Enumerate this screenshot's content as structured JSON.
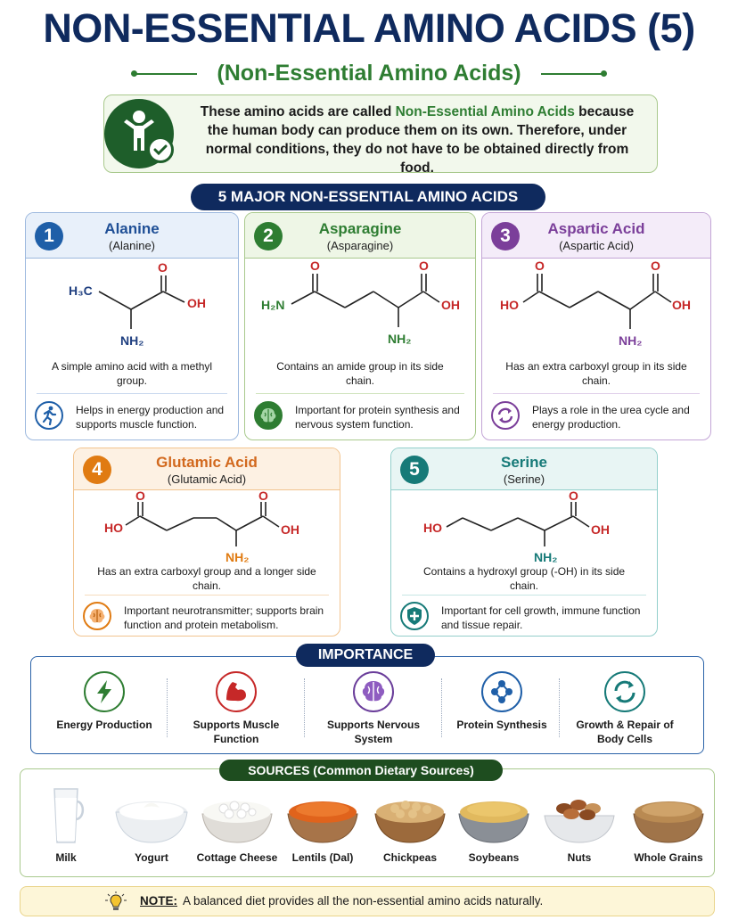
{
  "title": "NON-ESSENTIAL AMINO ACIDS (5)",
  "subtitle": "(Non-Essential Amino Acids)",
  "intro": {
    "before": "These amino acids are called ",
    "highlight": "Non-Essential Amino Acids",
    "after": " because the human body can produce them on its own. Therefore, under normal conditions, they do not have to be obtained directly from food."
  },
  "major_heading": "5 MAJOR NON-ESSENTIAL AMINO ACIDS",
  "acids": [
    {
      "num": "1",
      "name": "Alanine",
      "sub": "(Alanine)",
      "desc": "A simple amino acid with a methyl group.",
      "fn": "Helps in energy production and supports muscle function.",
      "icon": "running-person-icon",
      "color": "#1f5fa8"
    },
    {
      "num": "2",
      "name": "Asparagine",
      "sub": "(Asparagine)",
      "desc": "Contains an amide group in its side chain.",
      "fn": "Important for protein synthesis and nervous system function.",
      "icon": "brain-icon",
      "color": "#2e7d32"
    },
    {
      "num": "3",
      "name": "Aspartic Acid",
      "sub": "(Aspartic Acid)",
      "desc": "Has an extra carboxyl group in its side chain.",
      "fn": "Plays a role in the urea cycle and energy production.",
      "icon": "cycle-arrows-icon",
      "color": "#7b3f9a"
    },
    {
      "num": "4",
      "name": "Glutamic Acid",
      "sub": "(Glutamic Acid)",
      "desc": "Has an extra carboxyl group and a longer side chain.",
      "fn": "Important neurotransmitter; supports brain function and protein metabolism.",
      "icon": "brain-icon",
      "color": "#e07b12"
    },
    {
      "num": "5",
      "name": "Serine",
      "sub": "(Serine)",
      "desc": "Contains a hydroxyl group (-OH) in its side chain.",
      "fn": "Important for cell growth, immune function and tissue repair.",
      "icon": "shield-plus-icon",
      "color": "#167a78"
    }
  ],
  "chem": {
    "h3c": "H₃C",
    "h2n": "H₂N",
    "nh2": "NH₂",
    "oh": "OH",
    "ho": "HO",
    "o": "O"
  },
  "importance_heading": "IMPORTANCE",
  "importance": [
    {
      "label": "Energy Production",
      "icon": "lightning-icon",
      "color": "#2e7d32"
    },
    {
      "label": "Supports Muscle Function",
      "icon": "muscle-arm-icon",
      "color": "#c62828"
    },
    {
      "label": "Supports Nervous System",
      "icon": "brain-icon",
      "color": "#6a3d9a"
    },
    {
      "label": "Protein Synthesis",
      "icon": "molecule-icon",
      "color": "#1f5fa8"
    },
    {
      "label": "Growth & Repair of Body Cells",
      "icon": "cycle-arrows-icon",
      "color": "#167a78"
    }
  ],
  "sources_heading": "SOURCES (Common Dietary Sources)",
  "sources": [
    {
      "label": "Milk",
      "icon": "milk-glass-icon"
    },
    {
      "label": "Yogurt",
      "icon": "yogurt-bowl-icon"
    },
    {
      "label": "Cottage Cheese",
      "icon": "cottage-cheese-bowl-icon"
    },
    {
      "label": "Lentils (Dal)",
      "icon": "lentils-bowl-icon"
    },
    {
      "label": "Chickpeas",
      "icon": "chickpeas-bowl-icon"
    },
    {
      "label": "Soybeans",
      "icon": "soybeans-bowl-icon"
    },
    {
      "label": "Nuts",
      "icon": "nuts-bowl-icon"
    },
    {
      "label": "Whole Grains",
      "icon": "grains-bowl-icon"
    }
  ],
  "note": {
    "label": "NOTE:",
    "text": "A balanced diet provides all the non-essential amino acids naturally."
  }
}
